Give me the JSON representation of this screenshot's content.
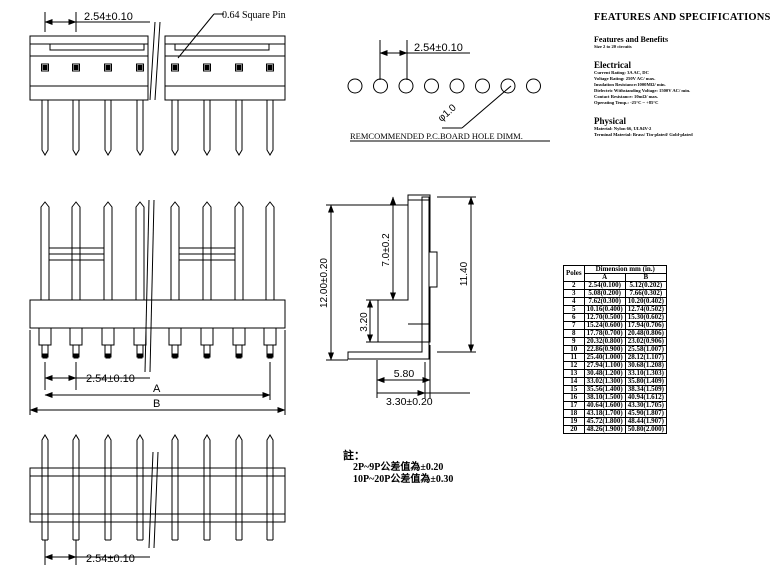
{
  "labels": {
    "pitch": "2.54±0.10",
    "square_pin": "0.64 Square Pin",
    "hole_dia": "φ1.0",
    "board_hole": "REMCOMMENDED P.C.BOARD HOLE DIMM.",
    "dim_a": "A",
    "dim_b": "B",
    "height_total": "12.00±0.20",
    "height_pin": "7.0±0.2",
    "height_low": "3.20",
    "height_side": "11.40",
    "depth_580": "5.80",
    "depth_330": "3.30±0.20"
  },
  "notes": {
    "title": "註：",
    "line1": "2P~9P公差值為±0.20",
    "line2": "10P~20P公差值為±0.30"
  },
  "specs": {
    "title": "FEATURES AND SPECIFICATIONS",
    "features_heading": "Features and Benefits",
    "features_line": "Size 2 to 20 circuits",
    "electrical_heading": "Electrical",
    "electrical_lines": [
      "Current Rating: 3A AC, DC",
      "Voltage Rating: 250V AC/ max.",
      "Insulation Resistance:1000MΩ/ min.",
      "Dielectric Withstanding Voltage: 1500V AC/ min.",
      "Contact Resistance: 10mΩ/ max.",
      "Operating Temp.: -25°C ~ +85°C"
    ],
    "physical_heading": "Physical",
    "physical_lines": [
      "Material: Nylon 66, UL94V-2",
      "Terminal Material: Brass/ Tin-plated/ Gold-plated"
    ]
  },
  "table": {
    "col_poles": "Poles",
    "col_dimension": "Dimension mm (in.)",
    "col_a": "A",
    "col_b": "B",
    "rows": [
      [
        "2",
        "2.54(0.100)",
        "5.12(0.202)"
      ],
      [
        "3",
        "5.08(0.200)",
        "7.66(0.302)"
      ],
      [
        "4",
        "7.62(0.300)",
        "10.20(0.402)"
      ],
      [
        "5",
        "10.16(0.400)",
        "12.74(0.502)"
      ],
      [
        "6",
        "12.70(0.500)",
        "15.30(0.602)"
      ],
      [
        "7",
        "15.24(0.600)",
        "17.94(0.706)"
      ],
      [
        "8",
        "17.78(0.700)",
        "20.48(0.806)"
      ],
      [
        "9",
        "20.32(0.800)",
        "23.02(0.906)"
      ],
      [
        "10",
        "22.86(0.900)",
        "25.58(1.007)"
      ],
      [
        "11",
        "25.40(1.000)",
        "28.12(1.107)"
      ],
      [
        "12",
        "27.94(1.100)",
        "30.68(1.208)"
      ],
      [
        "13",
        "30.48(1.200)",
        "33.10(1.303)"
      ],
      [
        "14",
        "33.02(1.300)",
        "35.80(1.409)"
      ],
      [
        "15",
        "35.56(1.400)",
        "38.34(1.509)"
      ],
      [
        "16",
        "38.10(1.500)",
        "40.94(1.612)"
      ],
      [
        "17",
        "40.64(1.600)",
        "43.30(1.705)"
      ],
      [
        "18",
        "43.18(1.700)",
        "45.90(1.807)"
      ],
      [
        "19",
        "45.72(1.800)",
        "48.44(1.907)"
      ],
      [
        "20",
        "48.26(1.900)",
        "50.80(2.000)"
      ]
    ]
  }
}
